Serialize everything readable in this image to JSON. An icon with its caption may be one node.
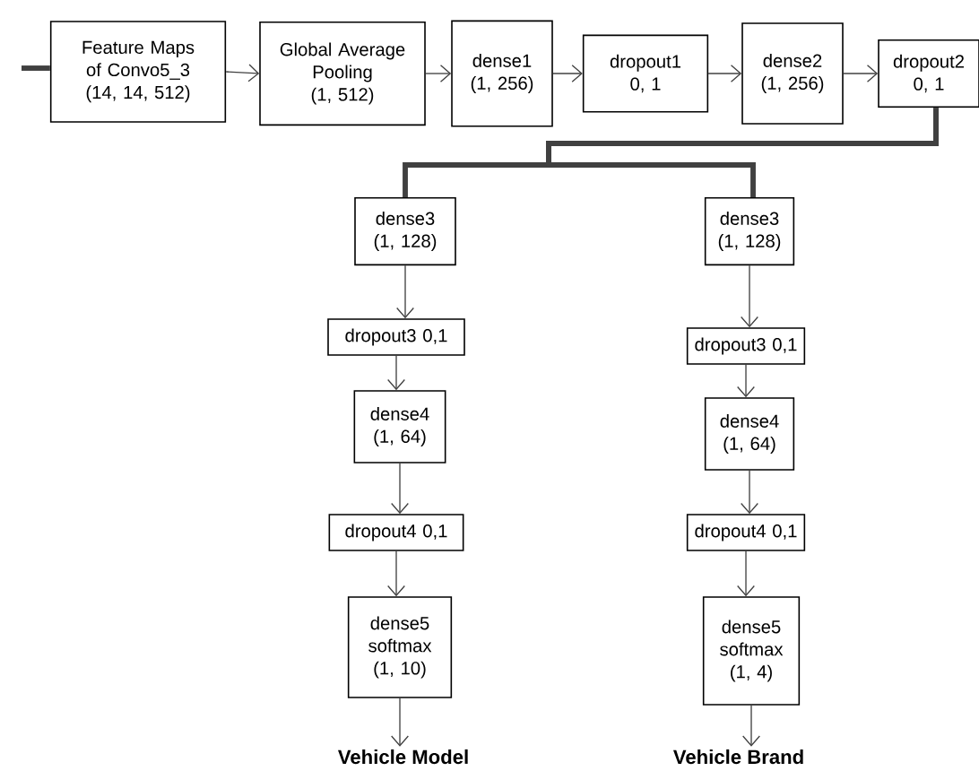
{
  "diagram": {
    "nodes": [
      {
        "text": [
          "Feature Maps of Convo5_3",
          "(14, 14, 512)"
        ]
      },
      {
        "text": [
          "Global Average Pooling",
          "(1, 512)"
        ]
      },
      {
        "text": [
          "dense1",
          "(1, 256)"
        ]
      },
      {
        "text": [
          "dropout1",
          "0, 1"
        ]
      },
      {
        "text": [
          "dense2",
          "(1, 256)"
        ]
      },
      {
        "text": [
          "dropout2",
          "0, 1"
        ]
      },
      {
        "text": [
          "dense3",
          "(1, 128)"
        ]
      },
      {
        "text": [
          "dropout3 0,1"
        ]
      },
      {
        "text": [
          "dense4",
          "(1, 64)"
        ]
      },
      {
        "text": [
          "dropout4 0,1"
        ]
      },
      {
        "text": [
          "dense5",
          "softmax",
          "(1, 10)"
        ]
      },
      {
        "text": [
          "Vehicle Model"
        ]
      },
      {
        "text": [
          "dense3",
          "(1, 128)"
        ]
      },
      {
        "text": [
          "dropout3 0,1"
        ]
      },
      {
        "text": [
          "dense4",
          "(1, 64)"
        ]
      },
      {
        "text": [
          "dropout4 0,1"
        ]
      },
      {
        "text": [
          "dense5",
          "softmax",
          "(1, 4)"
        ]
      },
      {
        "text": [
          "Vehicle Brand"
        ]
      }
    ],
    "edges": [
      {
        "from": null,
        "to": 0,
        "arrow": "none",
        "style": "thick"
      },
      {
        "from": 0,
        "to": 1,
        "arrow": "to"
      },
      {
        "from": 1,
        "to": 2,
        "arrow": "to"
      },
      {
        "from": 2,
        "to": 3,
        "arrow": "to"
      },
      {
        "from": 3,
        "to": 4,
        "arrow": "to"
      },
      {
        "from": 4,
        "to": 5,
        "arrow": "to"
      },
      {
        "from": 5,
        "to": 6,
        "arrow": "none",
        "style": "thick"
      },
      {
        "from": 5,
        "to": 12,
        "arrow": "none",
        "style": "thick"
      },
      {
        "from": 6,
        "to": 7,
        "arrow": "to"
      },
      {
        "from": 7,
        "to": 8,
        "arrow": "to"
      },
      {
        "from": 8,
        "to": 9,
        "arrow": "to"
      },
      {
        "from": 9,
        "to": 10,
        "arrow": "to"
      },
      {
        "from": 10,
        "to": 11,
        "arrow": "to"
      },
      {
        "from": 12,
        "to": 13,
        "arrow": "to"
      },
      {
        "from": 13,
        "to": 14,
        "arrow": "to"
      },
      {
        "from": 14,
        "to": 15,
        "arrow": "to"
      },
      {
        "from": 15,
        "to": 16,
        "arrow": "to"
      },
      {
        "from": 16,
        "to": 17,
        "arrow": "to"
      }
    ]
  }
}
